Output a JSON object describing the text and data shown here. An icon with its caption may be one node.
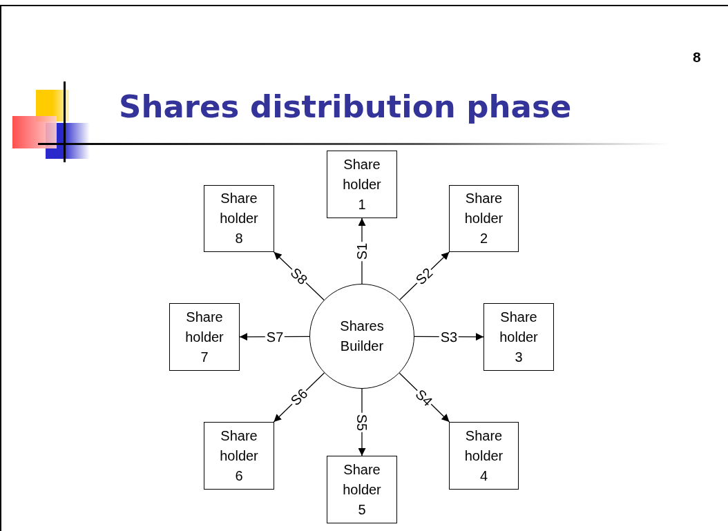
{
  "diagram": {
    "title": "Shares distribution phase",
    "nodes": [
      {
        "text": [
          "Shares Builder"
        ]
      },
      {
        "text": [
          "Share holder 1"
        ]
      },
      {
        "text": [
          "Share holder 2"
        ]
      },
      {
        "text": [
          "Share holder 3"
        ]
      },
      {
        "text": [
          "Share holder 4"
        ]
      },
      {
        "text": [
          "Share holder 5"
        ]
      },
      {
        "text": [
          "Share holder 6"
        ]
      },
      {
        "text": [
          "Share holder 7"
        ]
      },
      {
        "text": [
          "Share holder 8"
        ]
      }
    ],
    "edges": [
      {
        "from": 0,
        "to": 1,
        "arrow": "to",
        "label": "S1"
      },
      {
        "from": 0,
        "to": 2,
        "arrow": "to",
        "label": "S2"
      },
      {
        "from": 0,
        "to": 3,
        "arrow": "to",
        "label": "S3"
      },
      {
        "from": 0,
        "to": 4,
        "arrow": "to",
        "label": "S4"
      },
      {
        "from": 0,
        "to": 5,
        "arrow": "to",
        "label": "S5"
      },
      {
        "from": 0,
        "to": 6,
        "arrow": "to",
        "label": "S6"
      },
      {
        "from": 0,
        "to": 7,
        "arrow": "to",
        "label": "S7"
      },
      {
        "from": 0,
        "to": 8,
        "arrow": "to",
        "label": "S8"
      }
    ],
    "labels": [
      "8"
    ]
  }
}
